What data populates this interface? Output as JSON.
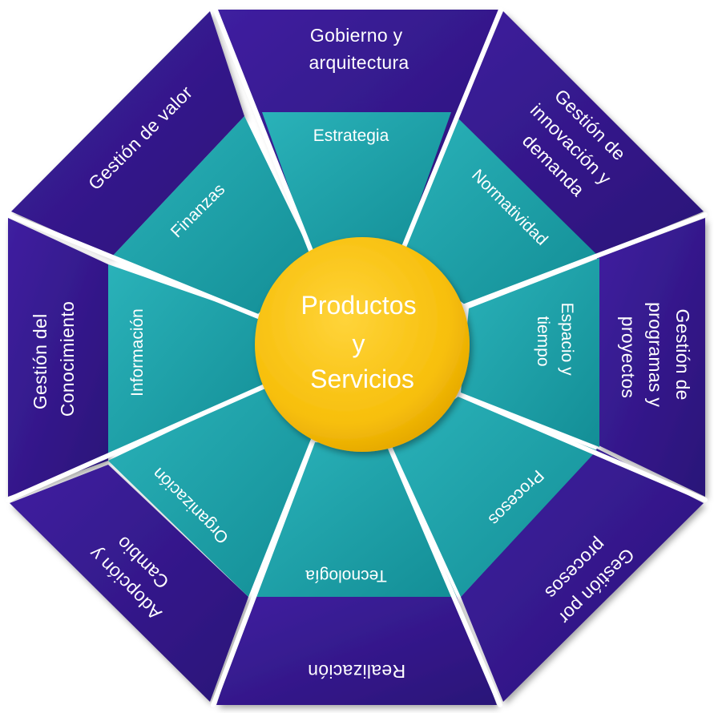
{
  "center": {
    "lines": [
      "Productos",
      "y",
      "Servicios"
    ]
  },
  "outer_segments": [
    {
      "key": "top",
      "lines": [
        "Gobierno  y",
        "arquitectura"
      ]
    },
    {
      "key": "top-right",
      "lines": [
        "Gestión  de",
        "innovación  y",
        "demanda"
      ]
    },
    {
      "key": "right",
      "lines": [
        "Gestión  de",
        "programas  y",
        "proyectos"
      ]
    },
    {
      "key": "bottom-right",
      "lines": [
        "Gestión  por",
        "procesos"
      ]
    },
    {
      "key": "bottom",
      "lines": [
        "Realización"
      ]
    },
    {
      "key": "bottom-left",
      "lines": [
        "Adopción  y",
        "Cambio"
      ]
    },
    {
      "key": "left",
      "lines": [
        "Gestión  del",
        "Conocimiento"
      ]
    },
    {
      "key": "top-left",
      "lines": [
        "Gestión  de  valor"
      ]
    }
  ],
  "inner_segments": [
    {
      "key": "top",
      "label": "Estrategia"
    },
    {
      "key": "top-right",
      "label": "Normatividad"
    },
    {
      "key": "right",
      "lines": [
        "Espacio  y",
        "tiempo"
      ]
    },
    {
      "key": "bottom-right",
      "label": "Procesos"
    },
    {
      "key": "bottom",
      "label": "Tecnología"
    },
    {
      "key": "bottom-left",
      "label": "Organización"
    },
    {
      "key": "left",
      "label": "Información"
    },
    {
      "key": "top-left",
      "label": "Finanzas"
    }
  ],
  "colors": {
    "outer_fill": "#35198a",
    "outer_fill_dark": "#24106a",
    "inner_fill": "#189ea6",
    "inner_fill_light": "#2cb5bd",
    "center_fill": "#f7c00e",
    "center_light": "#ffe066",
    "divider": "#ffffff"
  }
}
